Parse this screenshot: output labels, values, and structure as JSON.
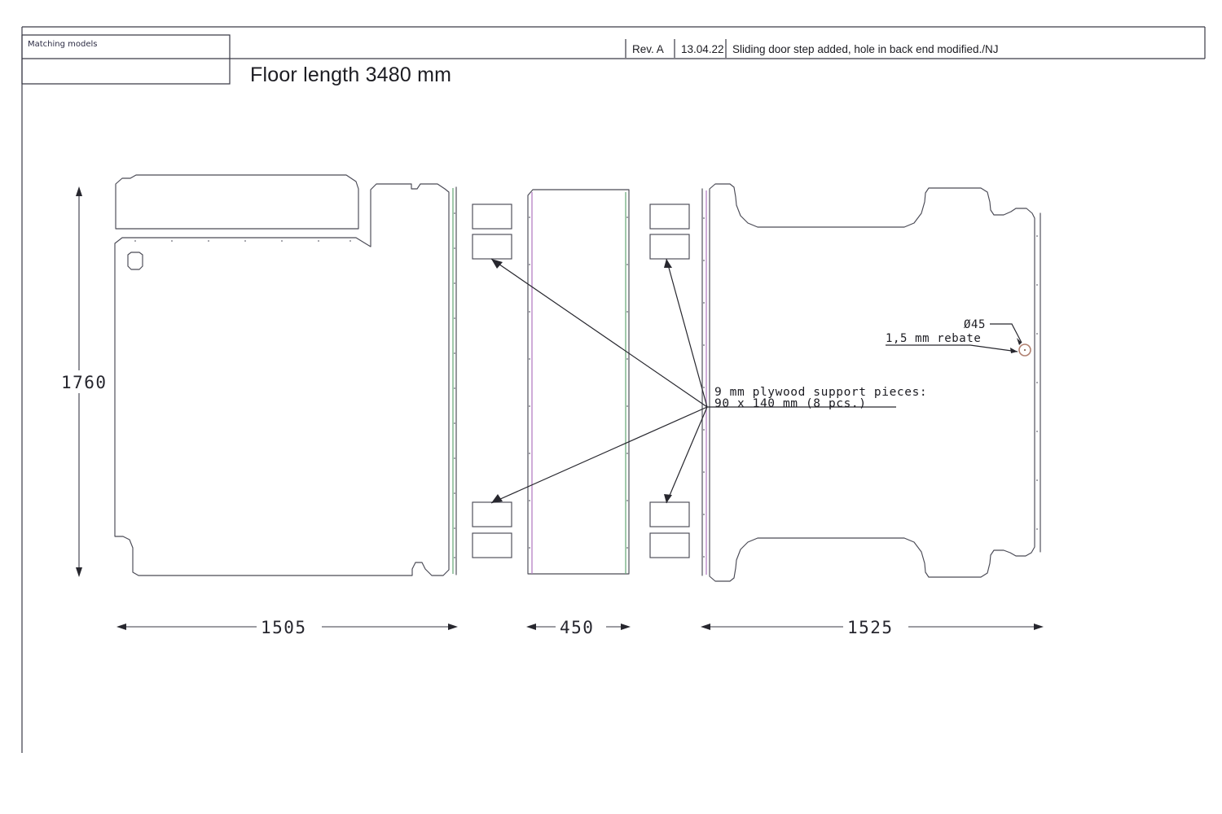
{
  "document": {
    "type": "technical-drawing",
    "title": "Floor length 3480 mm",
    "matching_models_label": "Matching models"
  },
  "revision_block": {
    "rev_label": "Rev. A",
    "date": "13.04.22",
    "description": "Sliding door step added, hole in back end modified./NJ"
  },
  "dimensions": {
    "height_label": "1760",
    "left_panel_width": "1505",
    "middle_panel_width": "450",
    "right_panel_width": "1525"
  },
  "annotations": {
    "support_note_line1": "9 mm plywood support pieces:",
    "support_note_line2": "90 x 140 mm (8 pcs.)",
    "hole_diameter": "Ø45",
    "rebate_note": "1,5 mm rebate"
  },
  "colors": {
    "outline": "#4a4a55",
    "frame": "#3a3a46",
    "edge_green": "#6fae7e",
    "edge_magenta": "#b57fc4",
    "hole": "#b08070",
    "text": "#1c1c22",
    "background": "#ffffff"
  },
  "parts": {
    "left_panel": {
      "name": "left-floor-panel",
      "width_mm": 1505,
      "height_mm": 1760,
      "features": [
        "sliding-door-step-strip",
        "small-square-cutout",
        "corner-notches",
        "green-edge-strip"
      ]
    },
    "middle_panel": {
      "name": "middle-floor-panel",
      "width_mm": 450,
      "features": [
        "magenta-left-edge",
        "green-right-edge"
      ]
    },
    "right_panel": {
      "name": "right-floor-panel",
      "width_mm": 1525,
      "features": [
        "wheel-arch-cutouts",
        "magenta-left-edge",
        "rebate-hole"
      ]
    },
    "support_pieces": {
      "name": "plywood-support-pieces",
      "count": 8,
      "size": "90 x 140 mm",
      "thickness": "9 mm"
    }
  }
}
